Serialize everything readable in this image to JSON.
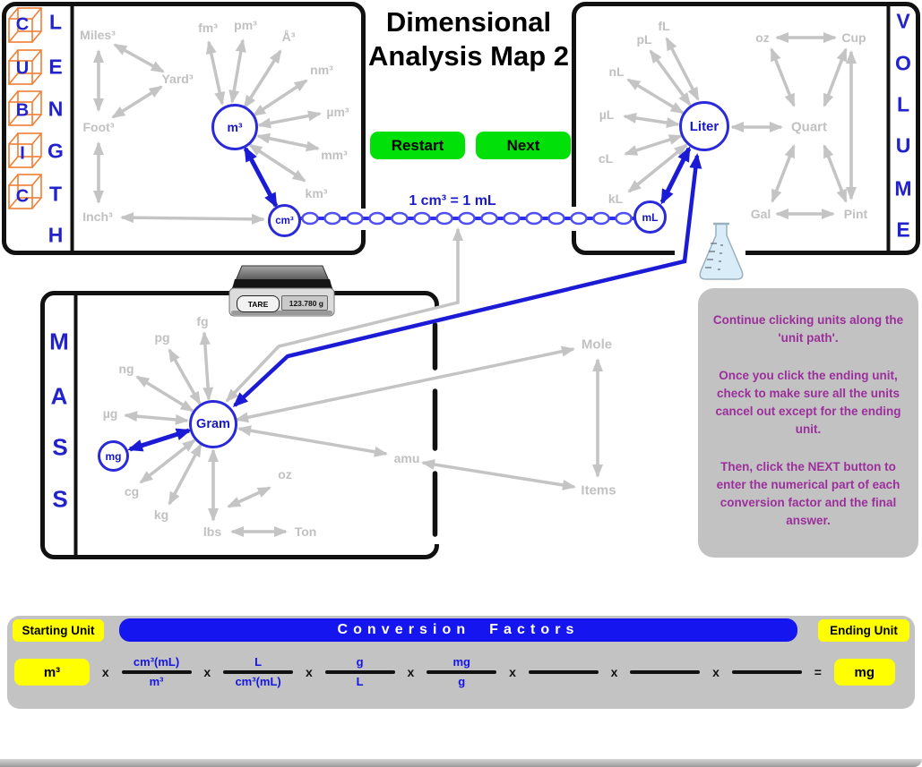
{
  "header": {
    "title": "Dimensional Analysis Map 2",
    "restart_button": "Restart",
    "next_button": "Next",
    "equivalence_label": "1 cm³ = 1 mL"
  },
  "cubic_length_panel": {
    "cubic_letters": [
      "C",
      "U",
      "B",
      "I",
      "C"
    ],
    "length_letters": [
      "L",
      "E",
      "N",
      "G",
      "T",
      "H"
    ],
    "active_units": {
      "m3": "m³",
      "cm3": "cm³"
    },
    "inactive_units": {
      "miles3": "Miles³",
      "yard3": "Yard³",
      "foot3": "Foot³",
      "inch3": "Inch³",
      "fm3": "fm³",
      "pm3": "pm³",
      "angstrom3": "Å³",
      "nm3": "nm³",
      "um3": "µm³",
      "mm3": "mm³",
      "km3": "km³"
    }
  },
  "volume_panel": {
    "volume_letters": [
      "V",
      "O",
      "L",
      "U",
      "M",
      "E"
    ],
    "active_units": {
      "liter": "Liter",
      "ml": "mL"
    },
    "inactive_units": {
      "fl": "fL",
      "pl": "pL",
      "nl": "nL",
      "ul": "µL",
      "cl": "cL",
      "kl": "kL",
      "oz": "oz",
      "cup": "Cup",
      "quart": "Quart",
      "gal": "Gal",
      "pint": "Pint"
    }
  },
  "mass_panel": {
    "mass_letters": [
      "M",
      "A",
      "S",
      "S"
    ],
    "active_units": {
      "gram": "Gram",
      "mg": "mg"
    },
    "inactive_units": {
      "fg": "fg",
      "pg": "pg",
      "ng": "ng",
      "ug": "µg",
      "cg": "cg",
      "kg": "kg",
      "lbs": "lbs",
      "ton": "Ton",
      "oz": "oz",
      "amu": "amu",
      "mole": "Mole",
      "items": "Items"
    }
  },
  "scale": {
    "tare_button": "TARE",
    "display_value": "123.780 g"
  },
  "instructions": {
    "paragraph_1": "Continue clicking units along the 'unit path'.",
    "paragraph_2": "Once you click the ending unit, check to make sure all the units cancel out except for the ending unit.",
    "paragraph_3": "Then, click the NEXT button to enter the numerical part of each conversion factor and the final answer."
  },
  "conversion_bar": {
    "starting_unit_label": "Starting Unit",
    "title": "Conversion Factors",
    "ending_unit_label": "Ending Unit",
    "starting_unit_value": "m³",
    "ending_unit_value": "mg",
    "multiply_symbol": "x",
    "equals_symbol": "=",
    "factors": [
      {
        "numerator": "cm³(mL)",
        "denominator": "m³"
      },
      {
        "numerator": "L",
        "denominator": "cm³(mL)"
      },
      {
        "numerator": "g",
        "denominator": "L"
      },
      {
        "numerator": "mg",
        "denominator": "g"
      },
      {
        "numerator": "",
        "denominator": ""
      },
      {
        "numerator": "",
        "denominator": ""
      },
      {
        "numerator": "",
        "denominator": ""
      }
    ]
  },
  "colors": {
    "accent_blue": "#1b1bd6",
    "inactive_gray": "#c4c4c4",
    "button_green": "#01e008",
    "highlight_yellow": "#ffff00",
    "instruction_purple": "#9b2f9b",
    "bar_blue": "#1515f0"
  }
}
